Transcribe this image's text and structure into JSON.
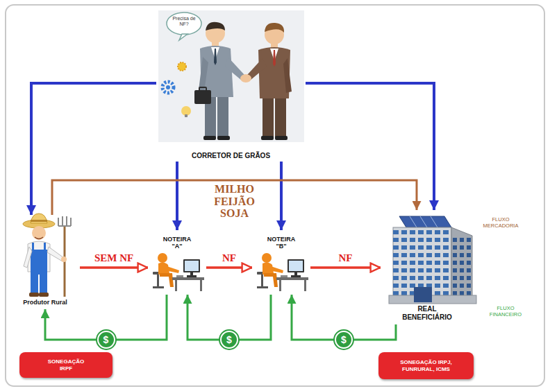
{
  "diagram": {
    "nodes": [
      {
        "text": [
          "CORRETOR DE GRÃOS"
        ]
      },
      {
        "text": [
          "Produtor Rural"
        ]
      },
      {
        "text": [
          "NOTEIRA \"A\""
        ]
      },
      {
        "text": [
          "NOTEIRA \"B\""
        ]
      },
      {
        "text": [
          "REAL BENEFICIÁRIO"
        ]
      },
      {
        "text": [
          "SONEGAÇÃO IRPF"
        ]
      },
      {
        "text": [
          "SONEGAÇÃO IRPJ, FUNRURAL, ICMS"
        ]
      }
    ],
    "edges": [
      {
        "from": 0,
        "to": 1,
        "arrow": "to"
      },
      {
        "from": 0,
        "to": 2,
        "arrow": "to"
      },
      {
        "from": 0,
        "to": 3,
        "arrow": "to"
      },
      {
        "from": 0,
        "to": 4,
        "arrow": "to"
      },
      {
        "from": 1,
        "to": 4,
        "arrow": "to",
        "label": "MILHO FEIJÃO SOJA"
      },
      {
        "from": 1,
        "to": 2,
        "arrow": "to",
        "label": "SEM NF"
      },
      {
        "from": 2,
        "to": 3,
        "arrow": "to",
        "label": "NF"
      },
      {
        "from": 3,
        "to": 4,
        "arrow": "to",
        "label": "NF"
      },
      {
        "from": 4,
        "to": 3,
        "arrow": "to",
        "label": "$"
      },
      {
        "from": 3,
        "to": 2,
        "arrow": "to",
        "label": "$"
      },
      {
        "from": 2,
        "to": 1,
        "arrow": "to",
        "label": "$"
      }
    ],
    "labels": [
      "Precisa de NF?",
      "FLUXO MERCADORIA",
      "FLUXO FINANCEIRO"
    ]
  }
}
